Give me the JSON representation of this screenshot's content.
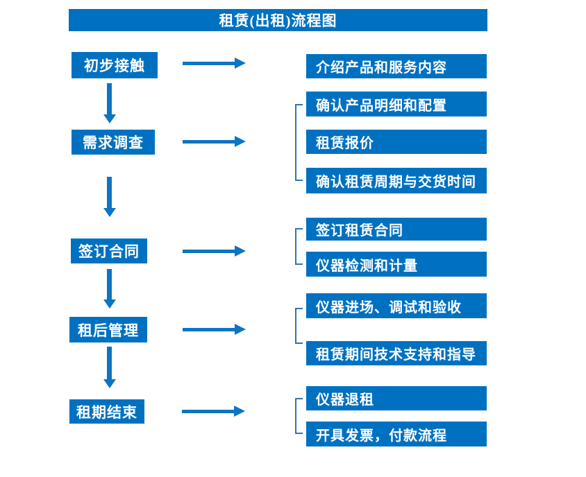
{
  "title": "租赁(出租)流程图",
  "colors": {
    "box_blue": "#0071c1",
    "arrow_blue": "#0d74c2",
    "bracket_blue": "#2e74b5",
    "text": "#ffffff"
  },
  "stages": [
    {
      "label": "初步接触",
      "details": [
        "介绍产品和服务内容"
      ]
    },
    {
      "label": "需求调查",
      "details": [
        "确认产品明细和配置",
        "租赁报价",
        "确认租赁周期与交货时间"
      ]
    },
    {
      "label": "签订合同",
      "details": [
        "签订租赁合同",
        "仪器检测和计量"
      ]
    },
    {
      "label": "租后管理",
      "details": [
        "仪器进场、调试和验收",
        "租赁期间技术支持和指导"
      ]
    },
    {
      "label": "租期结束",
      "details": [
        "仪器退租",
        "开具发票，付款流程"
      ]
    }
  ]
}
